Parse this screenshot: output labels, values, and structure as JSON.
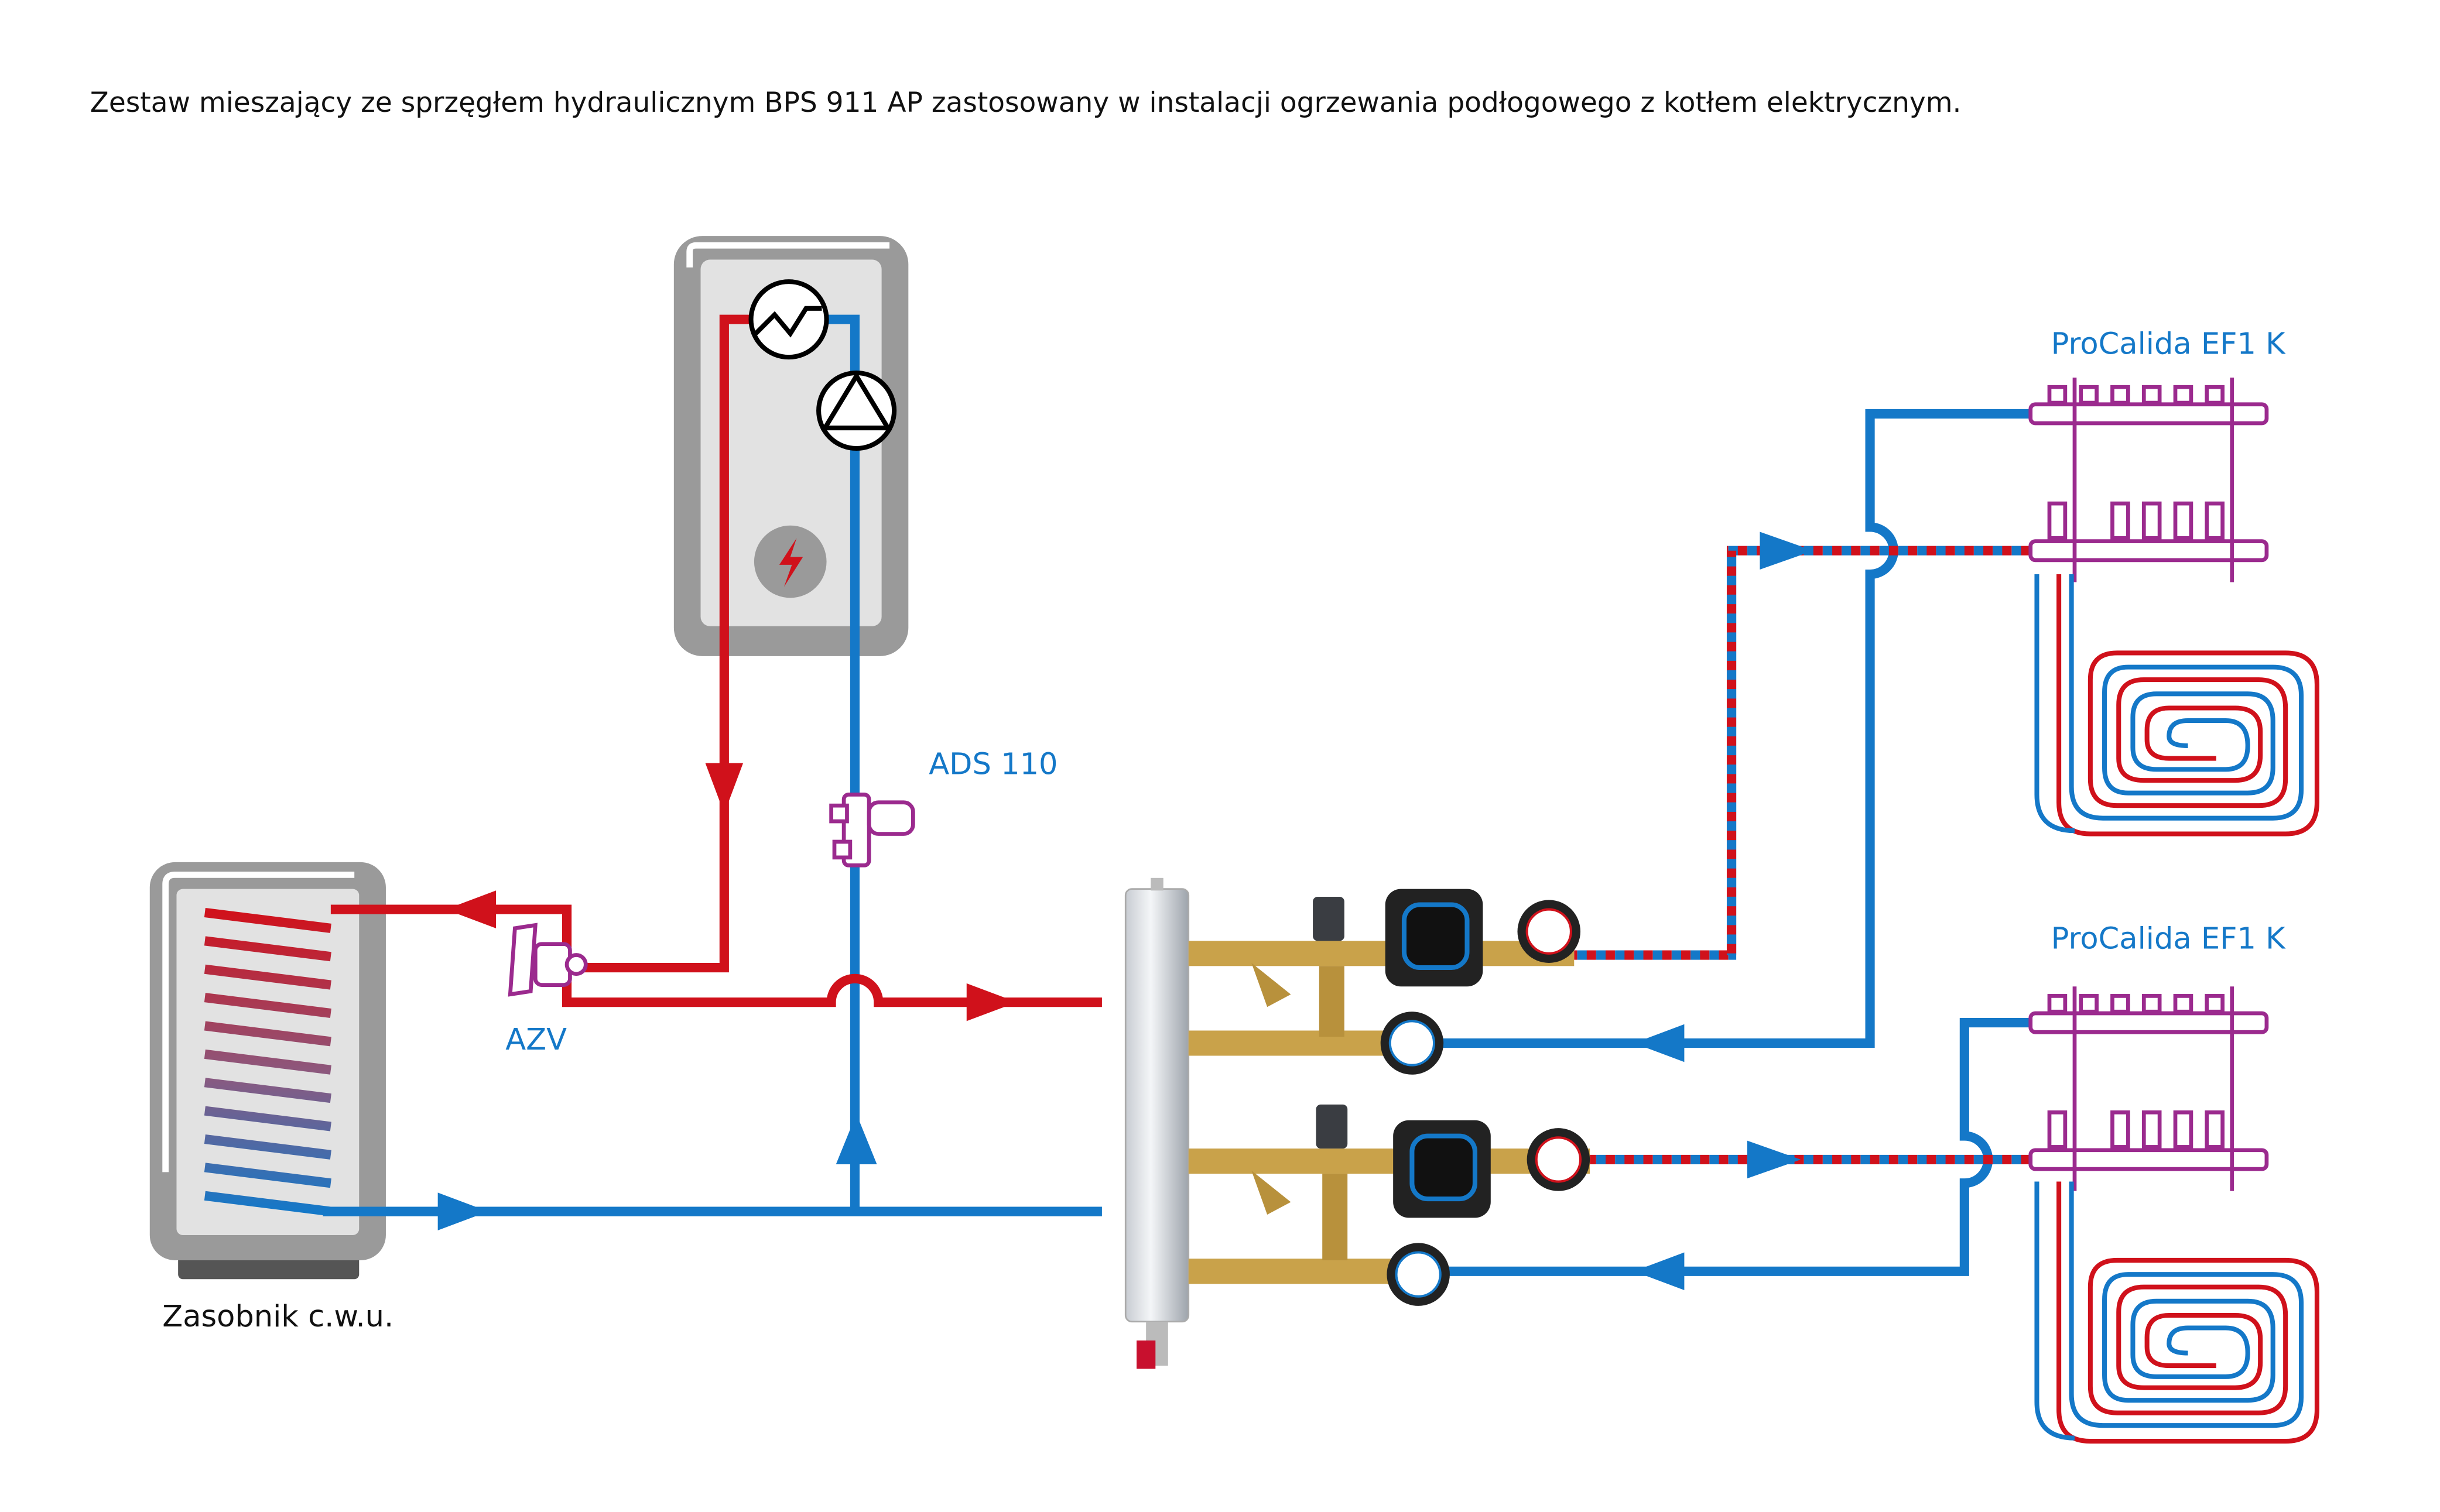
{
  "title": "Zestaw mieszający ze sprzęgłem hydraulicznym BPS 911 AP zastosowany w instalacji ogrzewania podłogowego z kotłem elektrycznym.",
  "labels": {
    "ads": "ADS 110",
    "azv": "AZV",
    "tank": "Zasobnik c.w.u.",
    "manifold_top": "ProCalida EF1 K",
    "manifold_bottom": "ProCalida EF1 K"
  },
  "colors": {
    "hot": "#d0111b",
    "cold": "#1478c8",
    "label_blue": "#1478c8",
    "manifold": "#9b2a8e",
    "casing": "#9a9a9a",
    "brass": "#c9a24a"
  },
  "icons": [
    "heat-exchanger-icon",
    "pump-icon",
    "lightning-icon",
    "flow-arrow-icon",
    "valve-icon",
    "thermometer-icon"
  ]
}
